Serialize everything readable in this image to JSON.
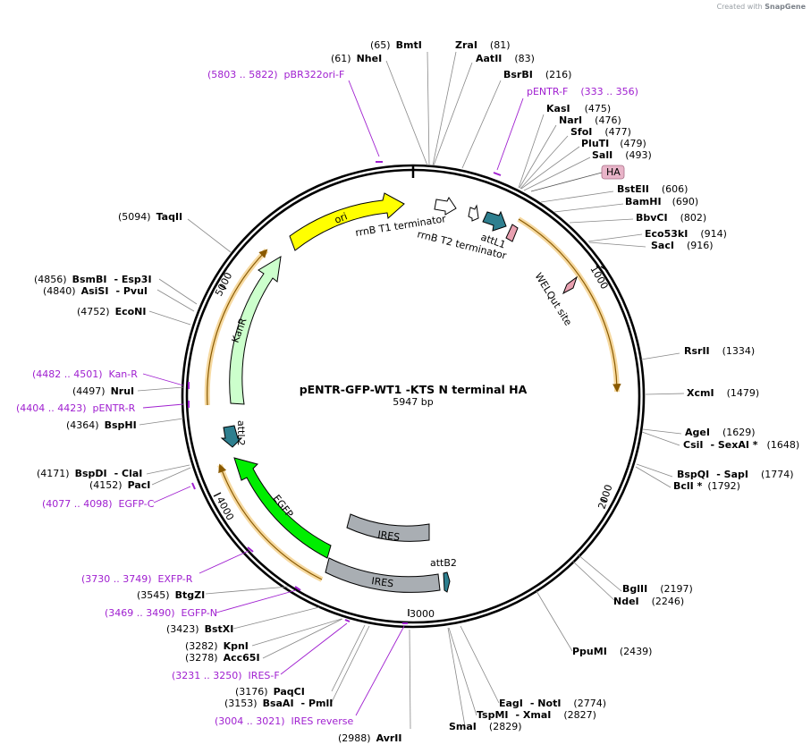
{
  "credit": {
    "prefix": "Created with",
    "brand": "SnapGene"
  },
  "plasmid": {
    "name": "pENTR-GFP-WT1 -KTS N terminal HA",
    "length_label": "5947 bp",
    "length": 5947
  },
  "ticks": [
    "1000",
    "2000",
    "3000",
    "4000",
    "5000"
  ],
  "sites": [
    {
      "parts": [
        [
          "(65)",
          false
        ],
        [
          "BmtI",
          true
        ]
      ]
    },
    {
      "parts": [
        [
          "(61)",
          false
        ],
        [
          "NheI",
          true
        ]
      ]
    },
    {
      "parts": [
        [
          "ZraI",
          true
        ],
        [
          "(81)",
          false
        ]
      ]
    },
    {
      "parts": [
        [
          "AatII",
          true
        ],
        [
          "(83)",
          false
        ]
      ]
    },
    {
      "parts": [
        [
          "BsrBI",
          true
        ],
        [
          "(216)",
          false
        ]
      ]
    },
    {
      "parts": [
        [
          "KasI",
          true
        ],
        [
          "(475)",
          false
        ]
      ]
    },
    {
      "parts": [
        [
          "NarI",
          true
        ],
        [
          "(476)",
          false
        ]
      ]
    },
    {
      "parts": [
        [
          "SfoI",
          true
        ],
        [
          "(477)",
          false
        ]
      ]
    },
    {
      "parts": [
        [
          "PluTI",
          true
        ],
        [
          "(479)",
          false
        ]
      ]
    },
    {
      "parts": [
        [
          "SalI",
          true
        ],
        [
          "(493)",
          false
        ]
      ]
    },
    {
      "parts": [
        [
          "BstEII",
          true
        ],
        [
          "(606)",
          false
        ]
      ]
    },
    {
      "parts": [
        [
          "BamHI",
          true
        ],
        [
          "(690)",
          false
        ]
      ]
    },
    {
      "parts": [
        [
          "BbvCI",
          true
        ],
        [
          "(802)",
          false
        ]
      ]
    },
    {
      "parts": [
        [
          "Eco53kI",
          true
        ],
        [
          "(914)",
          false
        ]
      ]
    },
    {
      "parts": [
        [
          "SacI",
          true
        ],
        [
          "(916)",
          false
        ]
      ]
    },
    {
      "parts": [
        [
          "RsrII",
          true
        ],
        [
          "(1334)",
          false
        ]
      ]
    },
    {
      "parts": [
        [
          "XcmI",
          true
        ],
        [
          "(1479)",
          false
        ]
      ]
    },
    {
      "parts": [
        [
          "AgeI",
          true
        ],
        [
          "(1629)",
          false
        ]
      ]
    },
    {
      "parts": [
        [
          "CsiI",
          true
        ],
        [
          "- SexAI *",
          true
        ],
        [
          "(1648)",
          false
        ]
      ]
    },
    {
      "parts": [
        [
          "BspQI",
          true
        ],
        [
          "- SapI",
          true
        ],
        [
          "(1774)",
          false
        ]
      ]
    },
    {
      "parts": [
        [
          "BclI *",
          true
        ],
        [
          "(1792)",
          false
        ]
      ]
    },
    {
      "parts": [
        [
          "BglII",
          true
        ],
        [
          "(2197)",
          false
        ]
      ]
    },
    {
      "parts": [
        [
          "NdeI",
          true
        ],
        [
          "(2246)",
          false
        ]
      ]
    },
    {
      "parts": [
        [
          "PpuMI",
          true
        ],
        [
          "(2439)",
          false
        ]
      ]
    },
    {
      "parts": [
        [
          "EagI",
          true
        ],
        [
          "- NotI",
          true
        ],
        [
          "(2774)",
          false
        ]
      ]
    },
    {
      "parts": [
        [
          "TspMI",
          true
        ],
        [
          "- XmaI",
          true
        ],
        [
          "(2827)",
          false
        ]
      ]
    },
    {
      "parts": [
        [
          "SmaI",
          true
        ],
        [
          "(2829)",
          false
        ]
      ]
    },
    {
      "parts": [
        [
          "(2988)",
          false
        ],
        [
          "AvrII",
          true
        ]
      ]
    },
    {
      "parts": [
        [
          "(3153)",
          false
        ],
        [
          "BsaAI",
          true
        ],
        [
          "- PmlI",
          true
        ]
      ]
    },
    {
      "parts": [
        [
          "(3176)",
          false
        ],
        [
          "PaqCI",
          true
        ]
      ]
    },
    {
      "parts": [
        [
          "(3278)",
          false
        ],
        [
          "Acc65I",
          true
        ]
      ]
    },
    {
      "parts": [
        [
          "(3282)",
          false
        ],
        [
          "KpnI",
          true
        ]
      ]
    },
    {
      "parts": [
        [
          "(3423)",
          false
        ],
        [
          "BstXI",
          true
        ]
      ]
    },
    {
      "parts": [
        [
          "(3545)",
          false
        ],
        [
          "BtgZI",
          true
        ]
      ]
    },
    {
      "parts": [
        [
          "(4152)",
          false
        ],
        [
          "PacI",
          true
        ]
      ]
    },
    {
      "parts": [
        [
          "(4171)",
          false
        ],
        [
          "BspDI",
          true
        ],
        [
          "- ClaI",
          true
        ]
      ]
    },
    {
      "parts": [
        [
          "(4364)",
          false
        ],
        [
          "BspHI",
          true
        ]
      ]
    },
    {
      "parts": [
        [
          "(4497)",
          false
        ],
        [
          "NruI",
          true
        ]
      ]
    },
    {
      "parts": [
        [
          "(4752)",
          false
        ],
        [
          "EcoNI",
          true
        ]
      ]
    },
    {
      "parts": [
        [
          "(4840)",
          false
        ],
        [
          "AsiSI",
          true
        ],
        [
          "- PvuI",
          true
        ]
      ]
    },
    {
      "parts": [
        [
          "(4856)",
          false
        ],
        [
          "BsmBI",
          true
        ],
        [
          "- Esp3I",
          true
        ]
      ]
    },
    {
      "parts": [
        [
          "(5094)",
          false
        ],
        [
          "TaqII",
          true
        ]
      ]
    }
  ],
  "primers": [
    "(5803 .. 5822)  pBR322ori-F",
    "pENTR-F    (333 .. 356)",
    "(4482 .. 4501)  Kan-R",
    "(4404 .. 4423)  pENTR-R",
    "(4077 .. 4098)  EGFP-C",
    "(3730 .. 3749)  EXFP-R",
    "(3469 .. 3490)  EGFP-N",
    "(3231 .. 3250)  IRES-F",
    "(3004 .. 3021)  IRES reverse"
  ],
  "features": [
    "ori",
    "rrnB T1 terminator",
    "rrnB T2 terminator",
    "attL1",
    "HA",
    "WELQut site",
    "KanR",
    "attL2",
    "EGFP",
    "IRES",
    "IRES",
    "attB2"
  ],
  "colors": {
    "ori": "#ffff00",
    "kanr": "#ccffcc",
    "egfp": "#00ee00",
    "ires": "#a9aeb3",
    "att": "#2e7f8f",
    "orf": "#f6d9a0",
    "orf_line": "#8a5a00",
    "primer": "#a020d0",
    "welqut": "#e8a0b0",
    "ha": "#e8b4c8"
  }
}
